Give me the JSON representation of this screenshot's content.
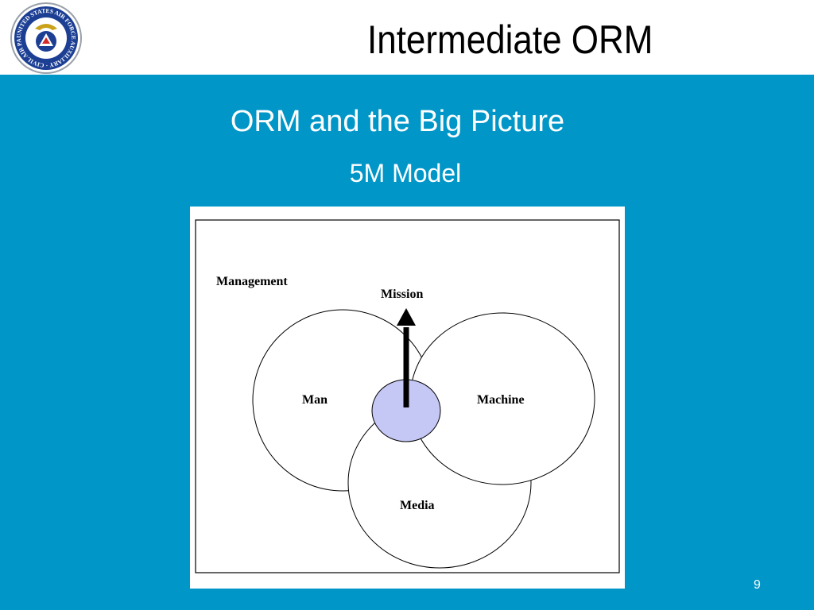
{
  "slide": {
    "title": "Intermediate ORM",
    "subtitle": "ORM and the Big Picture",
    "section": "5M Model",
    "page_number": "9"
  },
  "logo": {
    "ring_text": "UNITED STATES AIR FORCE AUXILIARY · CIVIL AIR PATROL ·",
    "colors": {
      "ring": "#1c3f94",
      "center": "#ffffff",
      "gold": "#c9a21a"
    }
  },
  "diagram": {
    "labels": {
      "management": "Management",
      "mission": "Mission",
      "man": "Man",
      "machine": "Machine",
      "media": "Media"
    },
    "colors": {
      "core": "#c5c8f4",
      "stroke": "#000000"
    }
  },
  "theme": {
    "accent": "#0096c8"
  }
}
